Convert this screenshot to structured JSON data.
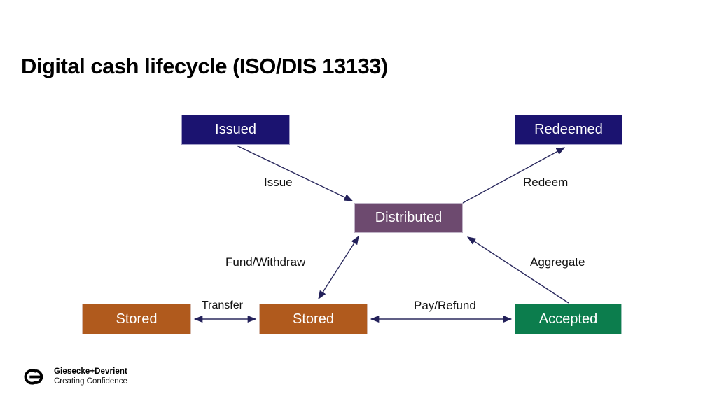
{
  "title": "Digital cash lifecycle (ISO/DIS 13133)",
  "diagram": {
    "arrow_color": "#2b2a5e",
    "nodes": [
      {
        "id": "issued",
        "label": "Issued",
        "color": "#1b1370"
      },
      {
        "id": "redeemed",
        "label": "Redeemed",
        "color": "#1b1370"
      },
      {
        "id": "distributed",
        "label": "Distributed",
        "color": "#6d4a6f"
      },
      {
        "id": "stored_left",
        "label": "Stored",
        "color": "#b05a1d"
      },
      {
        "id": "stored_center",
        "label": "Stored",
        "color": "#b05a1d"
      },
      {
        "id": "accepted",
        "label": "Accepted",
        "color": "#0c7d4d"
      }
    ],
    "edges": [
      {
        "label": "Issue",
        "from": "issued",
        "to": "distributed",
        "bidirectional": false
      },
      {
        "label": "Redeem",
        "from": "distributed",
        "to": "redeemed",
        "bidirectional": false
      },
      {
        "label": "Fund/Withdraw",
        "from": "distributed",
        "to": "stored_center",
        "bidirectional": true
      },
      {
        "label": "Aggregate",
        "from": "accepted",
        "to": "distributed",
        "bidirectional": false
      },
      {
        "label": "Transfer",
        "from": "stored_left",
        "to": "stored_center",
        "bidirectional": true
      },
      {
        "label": "Pay/Refund",
        "from": "stored_center",
        "to": "accepted",
        "bidirectional": true
      }
    ]
  },
  "footer": {
    "logo_name": "Giesecke+Devrient",
    "tagline": "Creating Confidence"
  }
}
